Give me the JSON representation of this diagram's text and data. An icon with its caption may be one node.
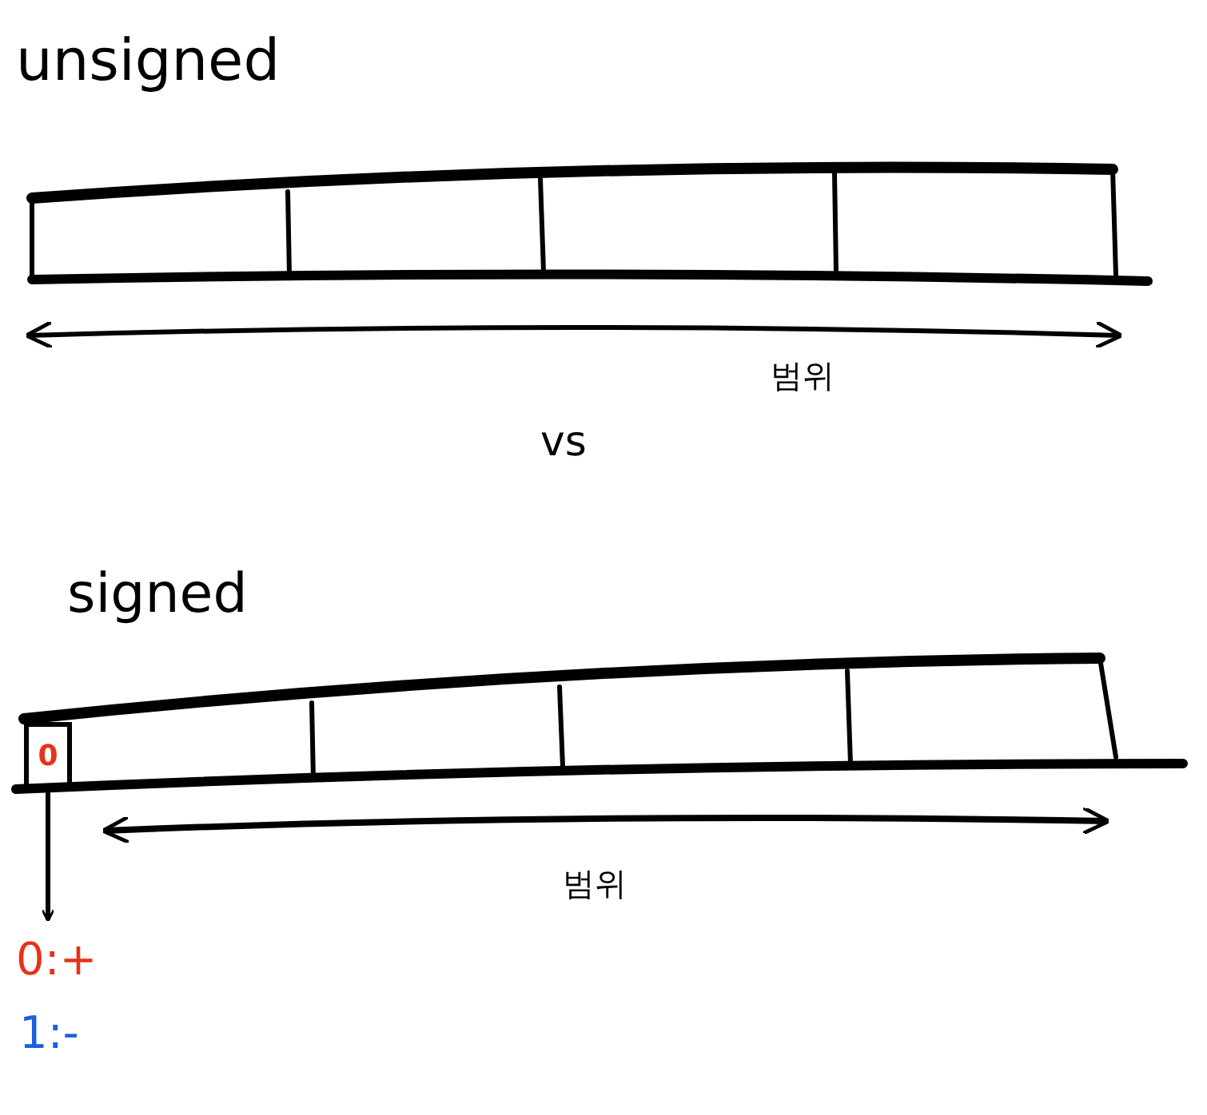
{
  "diagram": {
    "nodes": [
      {
        "text": [
          "0"
        ]
      },
      {
        "text": [
          "0:+"
        ]
      }
    ],
    "edges": [
      {
        "from": 0,
        "to": 1,
        "arrow": "to"
      }
    ],
    "labels": [
      "unsigned",
      "범위",
      "vs",
      "signed",
      "범위",
      "1:-"
    ]
  }
}
